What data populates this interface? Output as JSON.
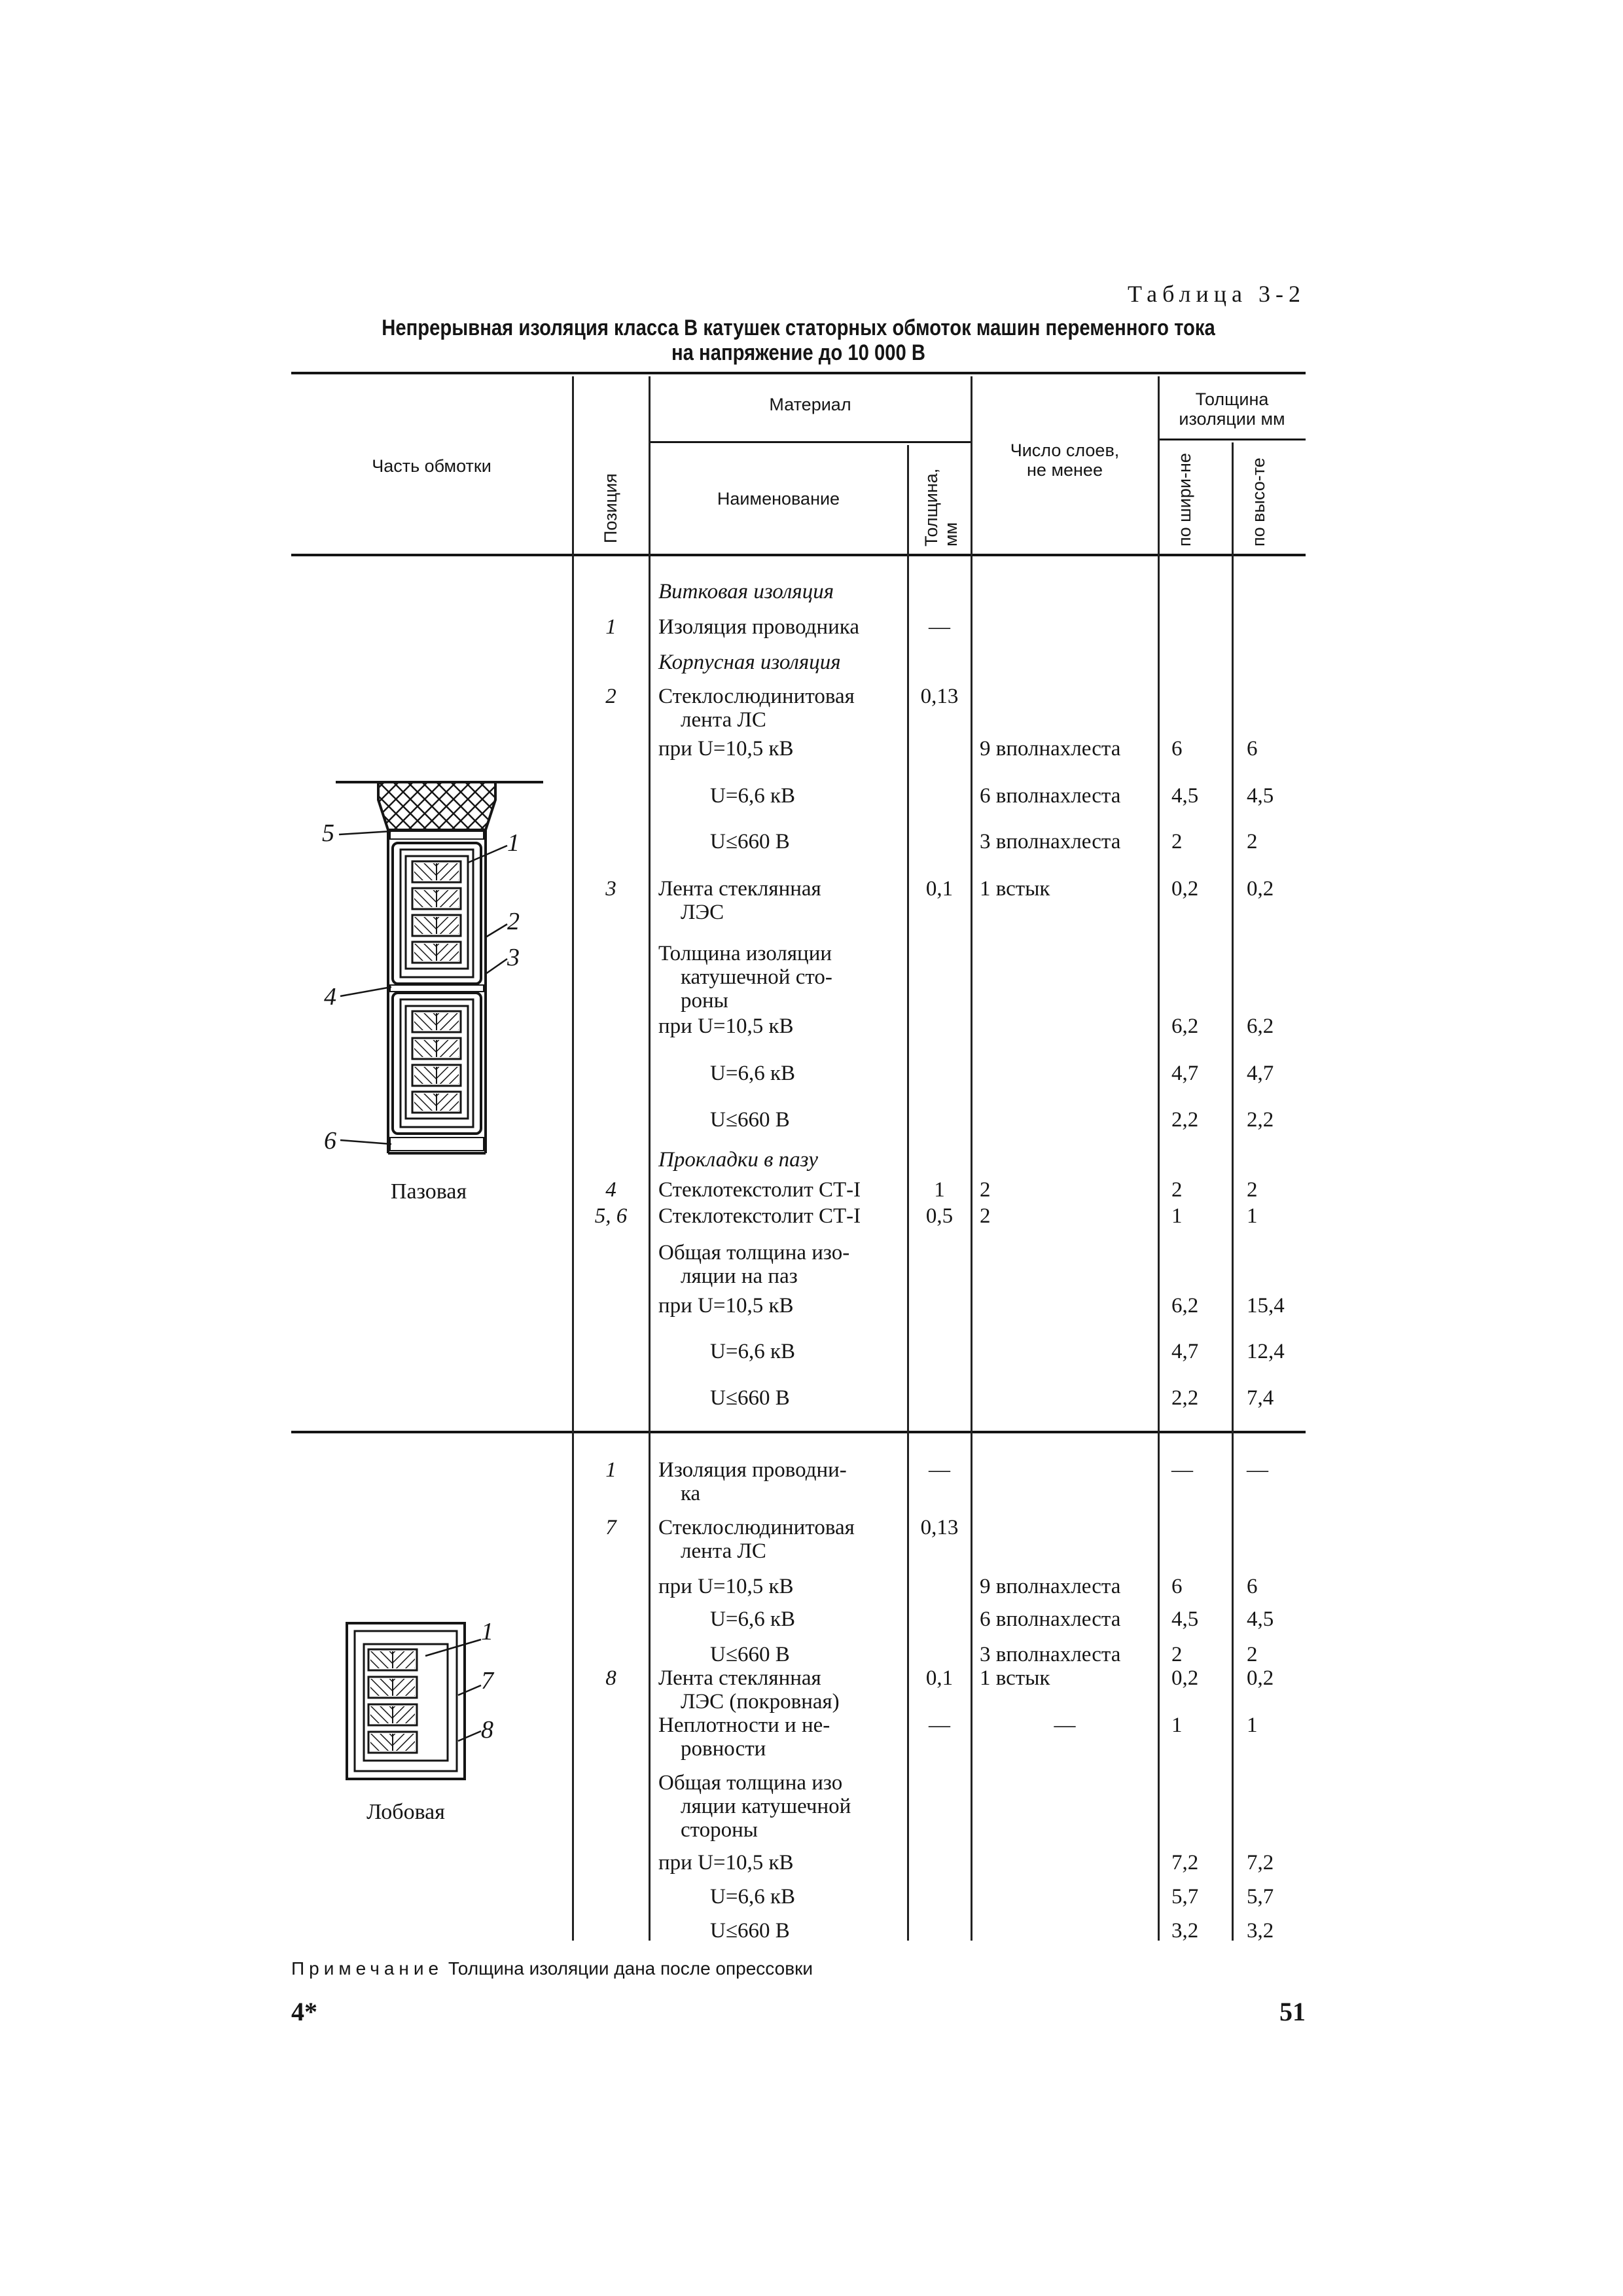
{
  "table_number": "Таблица 3-2",
  "title": [
    "Непрерывная изоляция класса В катушек статорных обмоток машин переменного тока",
    "на напряжение до 10 000 В"
  ],
  "header": {
    "part": "Часть обмотки",
    "position": "Позиция",
    "material": "Материал",
    "name": "Наименование",
    "thickness": "Толщина, мм",
    "layers": [
      "Число слоев,",
      "не менее"
    ],
    "insulation_thickness": [
      "Толщина",
      "изоляции мм"
    ],
    "by_width": "по шири-не",
    "by_height": "по высо-те"
  },
  "sections": [
    {
      "part": "Пазовая",
      "figure_labels": [
        "5",
        "1",
        "2",
        "3",
        "4",
        "6"
      ],
      "rows": [
        {
          "kind": "heading",
          "pos": "",
          "name": [
            "Витковая изоляция"
          ],
          "thick": "",
          "layers": "",
          "w": "",
          "h": ""
        },
        {
          "kind": "item",
          "pos": "1",
          "name": [
            "Изоляция проводника"
          ],
          "thick": "—",
          "layers": "",
          "w": "",
          "h": ""
        },
        {
          "kind": "heading",
          "pos": "",
          "name": [
            "Корпусная изоляция"
          ],
          "thick": "",
          "layers": "",
          "w": "",
          "h": ""
        },
        {
          "kind": "item",
          "pos": "2",
          "name": [
            "Стеклослюдинитовая",
            "лента ЛС"
          ],
          "thick": "0,13",
          "layers": "",
          "w": "",
          "h": ""
        },
        {
          "kind": "item",
          "pos": "",
          "name": [
            "при U=10,5 кВ"
          ],
          "thick": "",
          "layers": "9  вполнахлеста",
          "w": "6",
          "h": "6"
        },
        {
          "kind": "sub",
          "pos": "",
          "name": [
            "U=6,6 кВ"
          ],
          "thick": "",
          "layers": "6  вполнахлеста",
          "w": "4,5",
          "h": "4,5"
        },
        {
          "kind": "sub",
          "pos": "",
          "name": [
            "U≤660 В"
          ],
          "thick": "",
          "layers": "3  вполнахлеста",
          "w": "2",
          "h": "2"
        },
        {
          "kind": "item",
          "pos": "3",
          "name": [
            "Лента стеклянная",
            "ЛЭС"
          ],
          "thick": "0,1",
          "layers": "1 встык",
          "w": "0,2",
          "h": "0,2"
        },
        {
          "kind": "item",
          "pos": "",
          "name": [
            "Толщина     изоляции",
            "катушечной     сто-",
            "роны"
          ],
          "thick": "",
          "layers": "",
          "w": "",
          "h": ""
        },
        {
          "kind": "item",
          "pos": "",
          "name": [
            "при U=10,5 кВ"
          ],
          "thick": "",
          "layers": "",
          "w": "6,2",
          "h": "6,2"
        },
        {
          "kind": "sub",
          "pos": "",
          "name": [
            "U=6,6 кВ"
          ],
          "thick": "",
          "layers": "",
          "w": "4,7",
          "h": "4,7"
        },
        {
          "kind": "sub",
          "pos": "",
          "name": [
            "U≤660 В"
          ],
          "thick": "",
          "layers": "",
          "w": "2,2",
          "h": "2,2"
        },
        {
          "kind": "heading",
          "pos": "",
          "name": [
            "Прокладки в пазу"
          ],
          "thick": "",
          "layers": "",
          "w": "",
          "h": ""
        },
        {
          "kind": "item",
          "pos": "4",
          "name": [
            "Стеклотекстолит  СТ-I"
          ],
          "thick": "1",
          "layers": "2",
          "w": "2",
          "h": "2"
        },
        {
          "kind": "item",
          "pos": "5, 6",
          "name": [
            "Стеклотекстолит  СТ-I"
          ],
          "thick": "0,5",
          "layers": "2",
          "w": "1",
          "h": "1"
        },
        {
          "kind": "item",
          "pos": "",
          "name": [
            "Общая толщина изо-",
            "ляции на паз"
          ],
          "thick": "",
          "layers": "",
          "w": "",
          "h": ""
        },
        {
          "kind": "item",
          "pos": "",
          "name": [
            "при U=10,5 кВ"
          ],
          "thick": "",
          "layers": "",
          "w": "6,2",
          "h": "15,4"
        },
        {
          "kind": "sub",
          "pos": "",
          "name": [
            "U=6,6 кВ"
          ],
          "thick": "",
          "layers": "",
          "w": "4,7",
          "h": "12,4"
        },
        {
          "kind": "sub",
          "pos": "",
          "name": [
            "U≤660 В"
          ],
          "thick": "",
          "layers": "",
          "w": "2,2",
          "h": "7,4"
        }
      ]
    },
    {
      "part": "Лобовая",
      "figure_labels": [
        "1",
        "7",
        "8"
      ],
      "rows": [
        {
          "kind": "item",
          "pos": "1",
          "name": [
            "Изоляция    проводни-",
            "ка"
          ],
          "thick": "—",
          "layers": "",
          "w": "—",
          "h": "—"
        },
        {
          "kind": "item",
          "pos": "7",
          "name": [
            "Стеклослюдинитовая",
            "лента ЛС"
          ],
          "thick": "0,13",
          "layers": "",
          "w": "",
          "h": ""
        },
        {
          "kind": "item",
          "pos": "",
          "name": [
            "при U=10,5 кВ"
          ],
          "thick": "",
          "layers": "9  вполнахлеста",
          "w": "6",
          "h": "6"
        },
        {
          "kind": "sub",
          "pos": "",
          "name": [
            "U=6,6 кВ"
          ],
          "thick": "",
          "layers": "6  вполнахлеста",
          "w": "4,5",
          "h": "4,5"
        },
        {
          "kind": "sub",
          "pos": "",
          "name": [
            "U≤660 В"
          ],
          "thick": "",
          "layers": "3  вполнахлеста",
          "w": "2",
          "h": "2"
        },
        {
          "kind": "item",
          "pos": "8",
          "name": [
            "Лента       стеклянная",
            "ЛЭС (покровная)"
          ],
          "thick": "0,1",
          "layers": "1 встык",
          "w": "0,2",
          "h": "0,2"
        },
        {
          "kind": "item",
          "pos": "",
          "name": [
            "Неплотности   и   не-",
            "ровности"
          ],
          "thick": "—",
          "layers": "—",
          "w": "1",
          "h": "1"
        },
        {
          "kind": "item",
          "pos": "",
          "name": [
            "Общая толщина изо",
            "ляции   катушечной",
            "стороны"
          ],
          "thick": "",
          "layers": "",
          "w": "",
          "h": ""
        },
        {
          "kind": "item",
          "pos": "",
          "name": [
            "при U=10,5 кВ"
          ],
          "thick": "",
          "layers": "",
          "w": "7,2",
          "h": "7,2"
        },
        {
          "kind": "sub",
          "pos": "",
          "name": [
            "U=6,6 кВ"
          ],
          "thick": "",
          "layers": "",
          "w": "5,7",
          "h": "5,7"
        },
        {
          "kind": "sub",
          "pos": "",
          "name": [
            "U≤660 В"
          ],
          "thick": "",
          "layers": "",
          "w": "3,2",
          "h": "3,2"
        }
      ]
    }
  ],
  "note": {
    "label": "Примечание",
    "text": "Толщина изоляции дана после опрессовки"
  },
  "footer": {
    "signature_mark": "4*",
    "page_number": "51"
  }
}
